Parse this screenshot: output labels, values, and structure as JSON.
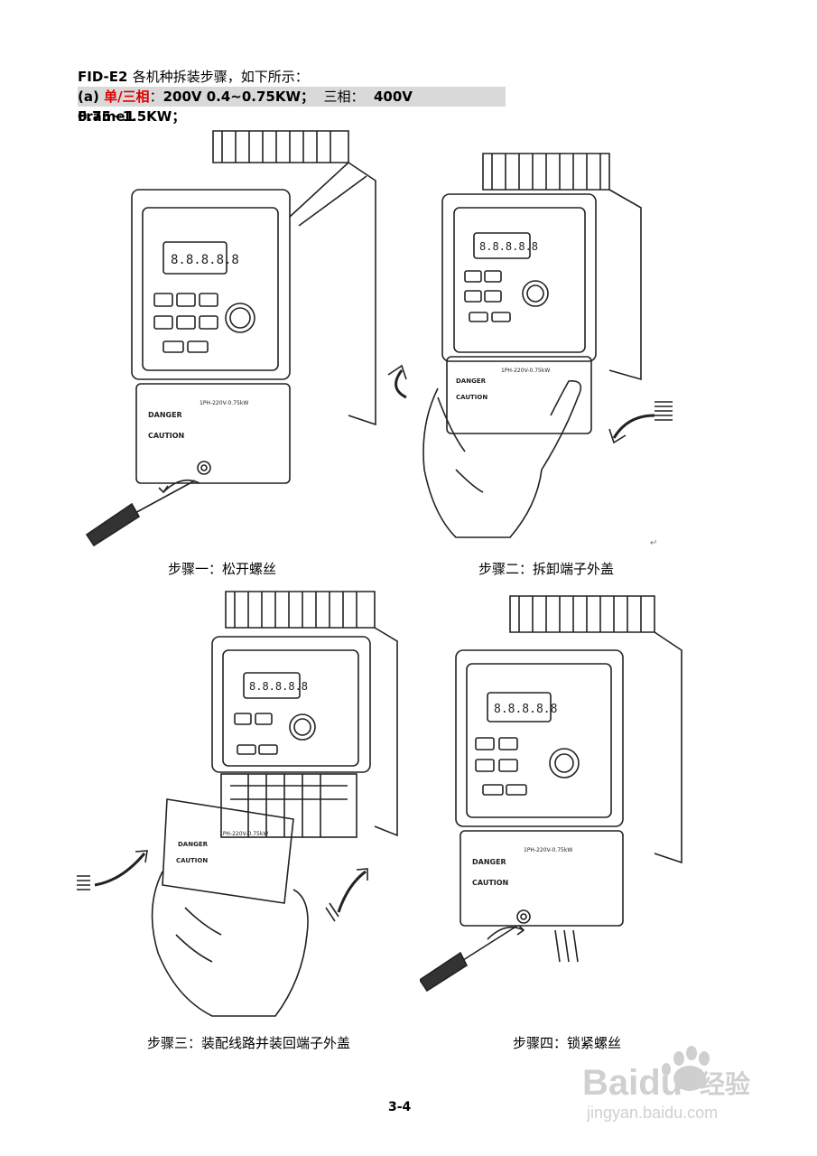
{
  "header": {
    "model": "FID-E2",
    "title_cn": "各机种拆装步骤，如下所示：",
    "variant_prefix": "(a)",
    "variant_red": "单/三相",
    "variant_sep1": "：",
    "variant_200v": "200V 0.4~0.75KW；",
    "variant_three_phase": "三相：",
    "variant_400v": "400V 0.75~1.5KW；"
  },
  "frame_label": "Frame1",
  "steps": [
    {
      "caption": "步骤一：松开螺丝"
    },
    {
      "caption": "步骤二：拆卸端子外盖"
    },
    {
      "caption": "步骤三：装配线路并装回端子外盖"
    },
    {
      "caption": "步骤四：锁紧螺丝"
    }
  ],
  "device_labels": {
    "rating": "1PH-220V-0.75kW",
    "danger": "DANGER",
    "caution": "CAUTION"
  },
  "page_number": "3-4",
  "watermark": {
    "brand": "Baidu",
    "brand_cn": "经验",
    "url": "jingyan.baidu.com"
  }
}
